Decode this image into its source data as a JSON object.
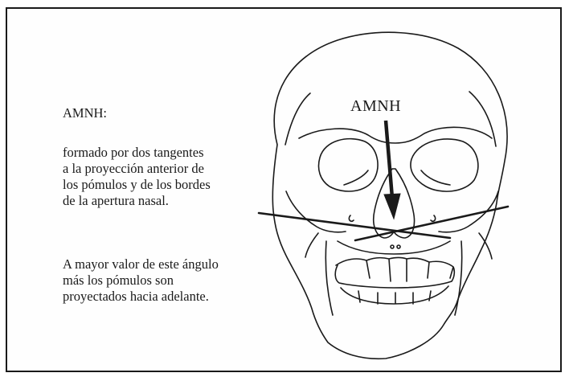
{
  "figure": {
    "heading": "AMNH:",
    "definition": "formado por dos tangentes\na la proyección anterior de\nlos pómulos y de los bordes\nde la apertura nasal.",
    "note": "A mayor valor de este ángulo\nmás los pómulos son\nproyectados hacia adelante.",
    "diagram_label": "AMNH",
    "colors": {
      "ink": "#1a1a1a",
      "paper": "#ffffff"
    },
    "icons": [
      "skull-illustration",
      "down-arrow-icon"
    ]
  }
}
